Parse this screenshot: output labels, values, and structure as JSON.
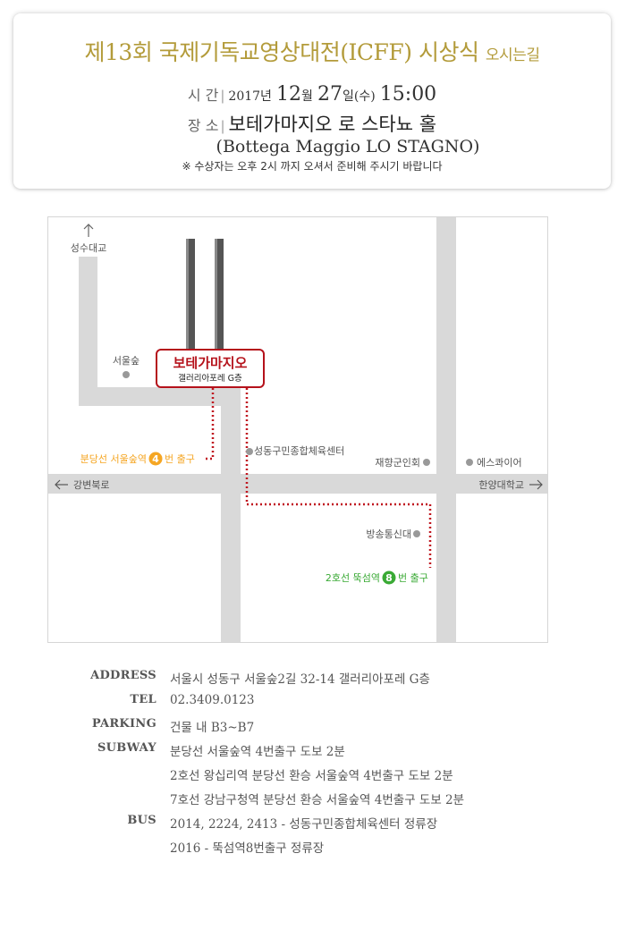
{
  "header": {
    "title_main": "제13회 국제기독교영상대전(ICFF) 시상식",
    "title_suffix": "오시는길",
    "time_label": "시 간",
    "time_year": "2017년",
    "time_month_num": "12",
    "time_month_unit": "월",
    "time_day_num": "27",
    "time_day_unit": "일(수)",
    "time_clock": "15:00",
    "place_label": "장 소",
    "place_name_kr": "보테가마지오 로 스타뇨 홀",
    "place_name_en": "(Bottega Maggio LO STAGNO)",
    "note": "※ 수상자는 오후 2시 까지 오셔서 준비해 주시기 바랍니다"
  },
  "map": {
    "venue_name": "보테가마지오",
    "venue_floor": "갤러리아포레 G층",
    "top_road": "성수대교",
    "seoul_forest": "서울숲",
    "sports_center": "성동구민종합체육센터",
    "veterans": "재향군인회",
    "esquire": "에스콰이어",
    "left_road": "강변북로",
    "right_road": "한양대학교",
    "broadcast": "방송통신대",
    "bundang_prefix": "분당선 서울숲역",
    "bundang_exit": "4",
    "bundang_suffix": "번 출구",
    "line2_prefix": "2호선 뚝섬역",
    "line2_exit": "8",
    "line2_suffix": "번 출구",
    "colors": {
      "road": "#d9d9d9",
      "venue": "#b5121b",
      "bundang": "#f5a623",
      "line2": "#3aaa35",
      "route": "#c0151f"
    }
  },
  "info": {
    "address_label": "ADDRESS",
    "address": "서울시 성동구 서울숲2길 32-14 갤러리아포레 G층",
    "tel_label": "TEL",
    "tel": "02.3409.0123",
    "parking_label": "PARKING",
    "parking": "건물 내 B3~B7",
    "subway_label": "SUBWAY",
    "subway": [
      "분당선 서울숲역 4번출구 도보 2분",
      "2호선 왕십리역 분당선 환승 서울숲역 4번출구 도보 2분",
      "7호선 강남구청역 분당선 환승 서울숲역 4번출구 도보 2분"
    ],
    "bus_label": "BUS",
    "bus": [
      "2014, 2224, 2413 - 성동구민종합체육센터 정류장",
      "2016 - 뚝섬역8번출구 정류장"
    ]
  }
}
